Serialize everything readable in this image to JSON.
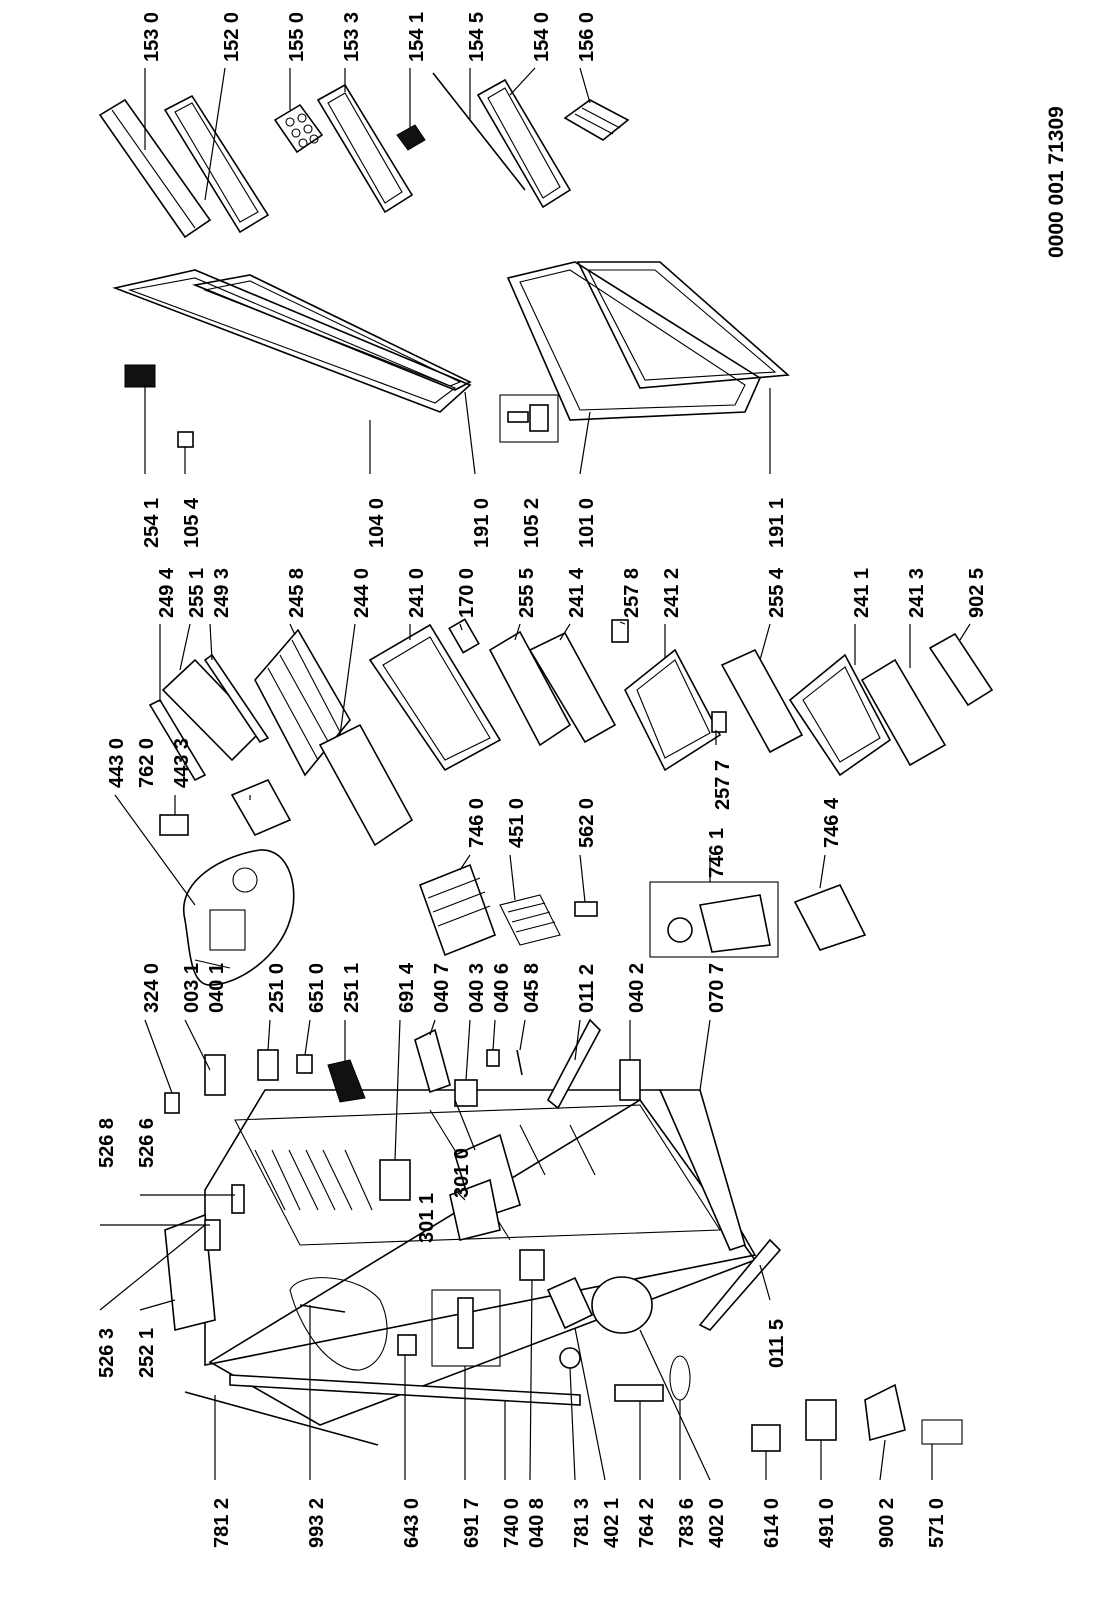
{
  "document_number": "0000 001 71309",
  "callouts": [
    {
      "id": "1530",
      "text": "153 0"
    },
    {
      "id": "1520",
      "text": "152 0"
    },
    {
      "id": "1550",
      "text": "155 0"
    },
    {
      "id": "1533",
      "text": "153 3"
    },
    {
      "id": "1541",
      "text": "154 1"
    },
    {
      "id": "1545",
      "text": "154 5"
    },
    {
      "id": "1540",
      "text": "154 0"
    },
    {
      "id": "1560",
      "text": "156 0"
    },
    {
      "id": "2541",
      "text": "254 1"
    },
    {
      "id": "1054",
      "text": "105 4"
    },
    {
      "id": "1040",
      "text": "104 0"
    },
    {
      "id": "1910",
      "text": "191 0"
    },
    {
      "id": "1052",
      "text": "105 2"
    },
    {
      "id": "1010",
      "text": "101 0"
    },
    {
      "id": "1911",
      "text": "191 1"
    },
    {
      "id": "2494",
      "text": "249 4"
    },
    {
      "id": "2551",
      "text": "255 1"
    },
    {
      "id": "2493",
      "text": "249 3"
    },
    {
      "id": "2458",
      "text": "245 8"
    },
    {
      "id": "2440",
      "text": "244 0"
    },
    {
      "id": "2410",
      "text": "241 0"
    },
    {
      "id": "1700",
      "text": "170 0"
    },
    {
      "id": "2555",
      "text": "255 5"
    },
    {
      "id": "2414",
      "text": "241 4"
    },
    {
      "id": "2578",
      "text": "257 8"
    },
    {
      "id": "2412",
      "text": "241 2"
    },
    {
      "id": "2554",
      "text": "255 4"
    },
    {
      "id": "2411",
      "text": "241 1"
    },
    {
      "id": "2413",
      "text": "241 3"
    },
    {
      "id": "9025",
      "text": "902 5"
    },
    {
      "id": "2577",
      "text": "257 7"
    },
    {
      "id": "4430",
      "text": "443 0"
    },
    {
      "id": "7620",
      "text": "762 0"
    },
    {
      "id": "4433",
      "text": "443 3"
    },
    {
      "id": "7460",
      "text": "746 0"
    },
    {
      "id": "4510",
      "text": "451 0"
    },
    {
      "id": "5620",
      "text": "562 0"
    },
    {
      "id": "7461",
      "text": "746 1"
    },
    {
      "id": "7464",
      "text": "746 4"
    },
    {
      "id": "3240",
      "text": "324 0"
    },
    {
      "id": "0031",
      "text": "003 1"
    },
    {
      "id": "0401",
      "text": "040 1"
    },
    {
      "id": "2510",
      "text": "251 0"
    },
    {
      "id": "6510",
      "text": "651 0"
    },
    {
      "id": "2511",
      "text": "251 1"
    },
    {
      "id": "6914",
      "text": "691 4"
    },
    {
      "id": "0407",
      "text": "040 7"
    },
    {
      "id": "0403",
      "text": "040 3"
    },
    {
      "id": "0406",
      "text": "040 6"
    },
    {
      "id": "0458",
      "text": "045 8"
    },
    {
      "id": "0112",
      "text": "011 2"
    },
    {
      "id": "0402",
      "text": "040 2"
    },
    {
      "id": "0707",
      "text": "070 7"
    },
    {
      "id": "5268",
      "text": "526 8"
    },
    {
      "id": "5266",
      "text": "526 6"
    },
    {
      "id": "3010",
      "text": "301 0"
    },
    {
      "id": "3011",
      "text": "301 1"
    },
    {
      "id": "5263",
      "text": "526 3"
    },
    {
      "id": "2521",
      "text": "252 1"
    },
    {
      "id": "0115",
      "text": "011 5"
    },
    {
      "id": "7812",
      "text": "781 2"
    },
    {
      "id": "9932",
      "text": "993 2"
    },
    {
      "id": "6430",
      "text": "643 0"
    },
    {
      "id": "6917",
      "text": "691 7"
    },
    {
      "id": "7400",
      "text": "740 0"
    },
    {
      "id": "0408",
      "text": "040 8"
    },
    {
      "id": "7813",
      "text": "781 3"
    },
    {
      "id": "4021",
      "text": "402 1"
    },
    {
      "id": "7642",
      "text": "764 2"
    },
    {
      "id": "7836",
      "text": "783 6"
    },
    {
      "id": "4020",
      "text": "402 0"
    },
    {
      "id": "6140",
      "text": "614 0"
    },
    {
      "id": "4910",
      "text": "491 0"
    },
    {
      "id": "9002",
      "text": "900 2"
    },
    {
      "id": "5710",
      "text": "571 0"
    }
  ]
}
